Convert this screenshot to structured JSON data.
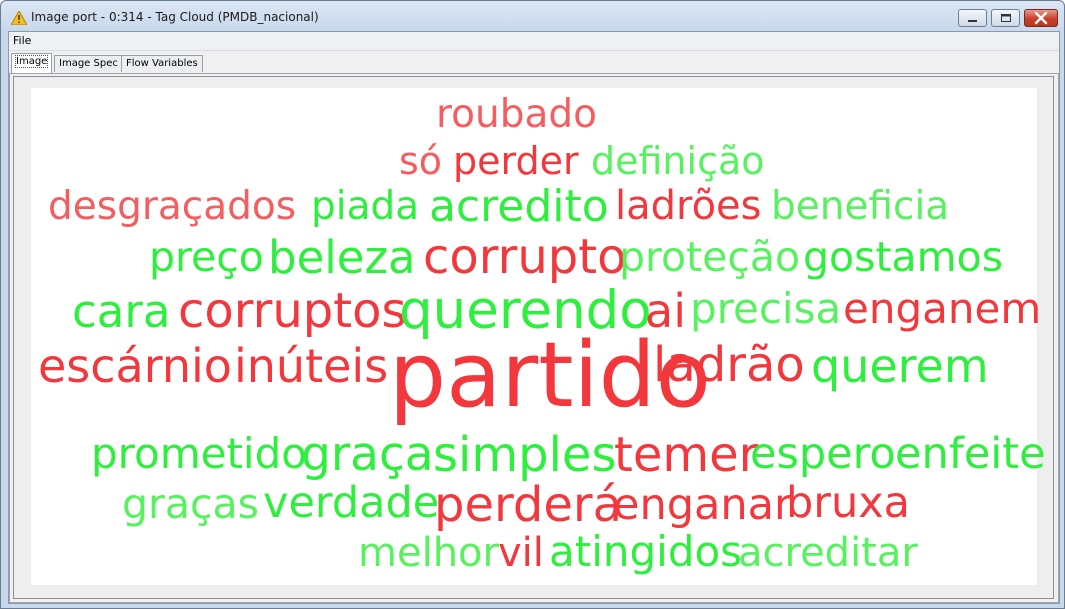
{
  "window": {
    "title": "Image port - 0:314 - Tag Cloud (PMDB_nacional)",
    "app_icon": "warning-triangle-icon",
    "controls": {
      "minimize_icon": "minimize-icon",
      "maximize_icon": "maximize-icon",
      "close_icon": "close-icon"
    }
  },
  "menu": {
    "file": "File"
  },
  "tabs": [
    {
      "label": "Image",
      "active": true
    },
    {
      "label": "Image Spec",
      "active": false
    },
    {
      "label": "Flow Variables",
      "active": false
    }
  ],
  "colors": {
    "red": "#f2383d",
    "light_red": "#f45e61",
    "green": "#2fef3e",
    "light_green": "#58f15f"
  },
  "tag_cloud": {
    "words": [
      {
        "text": "roubado",
        "color": "light_red"
      },
      {
        "text": "só",
        "color": "light_red"
      },
      {
        "text": "perder",
        "color": "red"
      },
      {
        "text": "definição",
        "color": "light_green"
      },
      {
        "text": "desgraçados",
        "color": "light_red"
      },
      {
        "text": "piada",
        "color": "green"
      },
      {
        "text": "acredito",
        "color": "green"
      },
      {
        "text": "ladrões",
        "color": "red"
      },
      {
        "text": "beneficia",
        "color": "light_green"
      },
      {
        "text": "preço",
        "color": "green"
      },
      {
        "text": "beleza",
        "color": "green"
      },
      {
        "text": "corrupto",
        "color": "red"
      },
      {
        "text": "proteção",
        "color": "light_green"
      },
      {
        "text": "gostamos",
        "color": "green"
      },
      {
        "text": "cara",
        "color": "green"
      },
      {
        "text": "corruptos",
        "color": "red"
      },
      {
        "text": "querendo",
        "color": "green"
      },
      {
        "text": "ai",
        "color": "red"
      },
      {
        "text": "precisa",
        "color": "light_green"
      },
      {
        "text": "enganem",
        "color": "red"
      },
      {
        "text": "escárnio",
        "color": "red"
      },
      {
        "text": "inúteis",
        "color": "red"
      },
      {
        "text": "partido",
        "color": "red"
      },
      {
        "text": "ladrão",
        "color": "red"
      },
      {
        "text": "querem",
        "color": "green"
      },
      {
        "text": "prometido",
        "color": "green"
      },
      {
        "text": "graça",
        "color": "green"
      },
      {
        "text": "simples",
        "color": "green"
      },
      {
        "text": "temer",
        "color": "red"
      },
      {
        "text": "espero",
        "color": "green"
      },
      {
        "text": "enfeite",
        "color": "green"
      },
      {
        "text": "graças",
        "color": "light_green"
      },
      {
        "text": "verdade",
        "color": "green"
      },
      {
        "text": "perderá",
        "color": "red"
      },
      {
        "text": "enganar",
        "color": "red"
      },
      {
        "text": "bruxa",
        "color": "red"
      },
      {
        "text": "melhor",
        "color": "light_green"
      },
      {
        "text": "vil",
        "color": "red"
      },
      {
        "text": "atingidos",
        "color": "green"
      },
      {
        "text": "acreditar",
        "color": "light_green"
      }
    ]
  }
}
